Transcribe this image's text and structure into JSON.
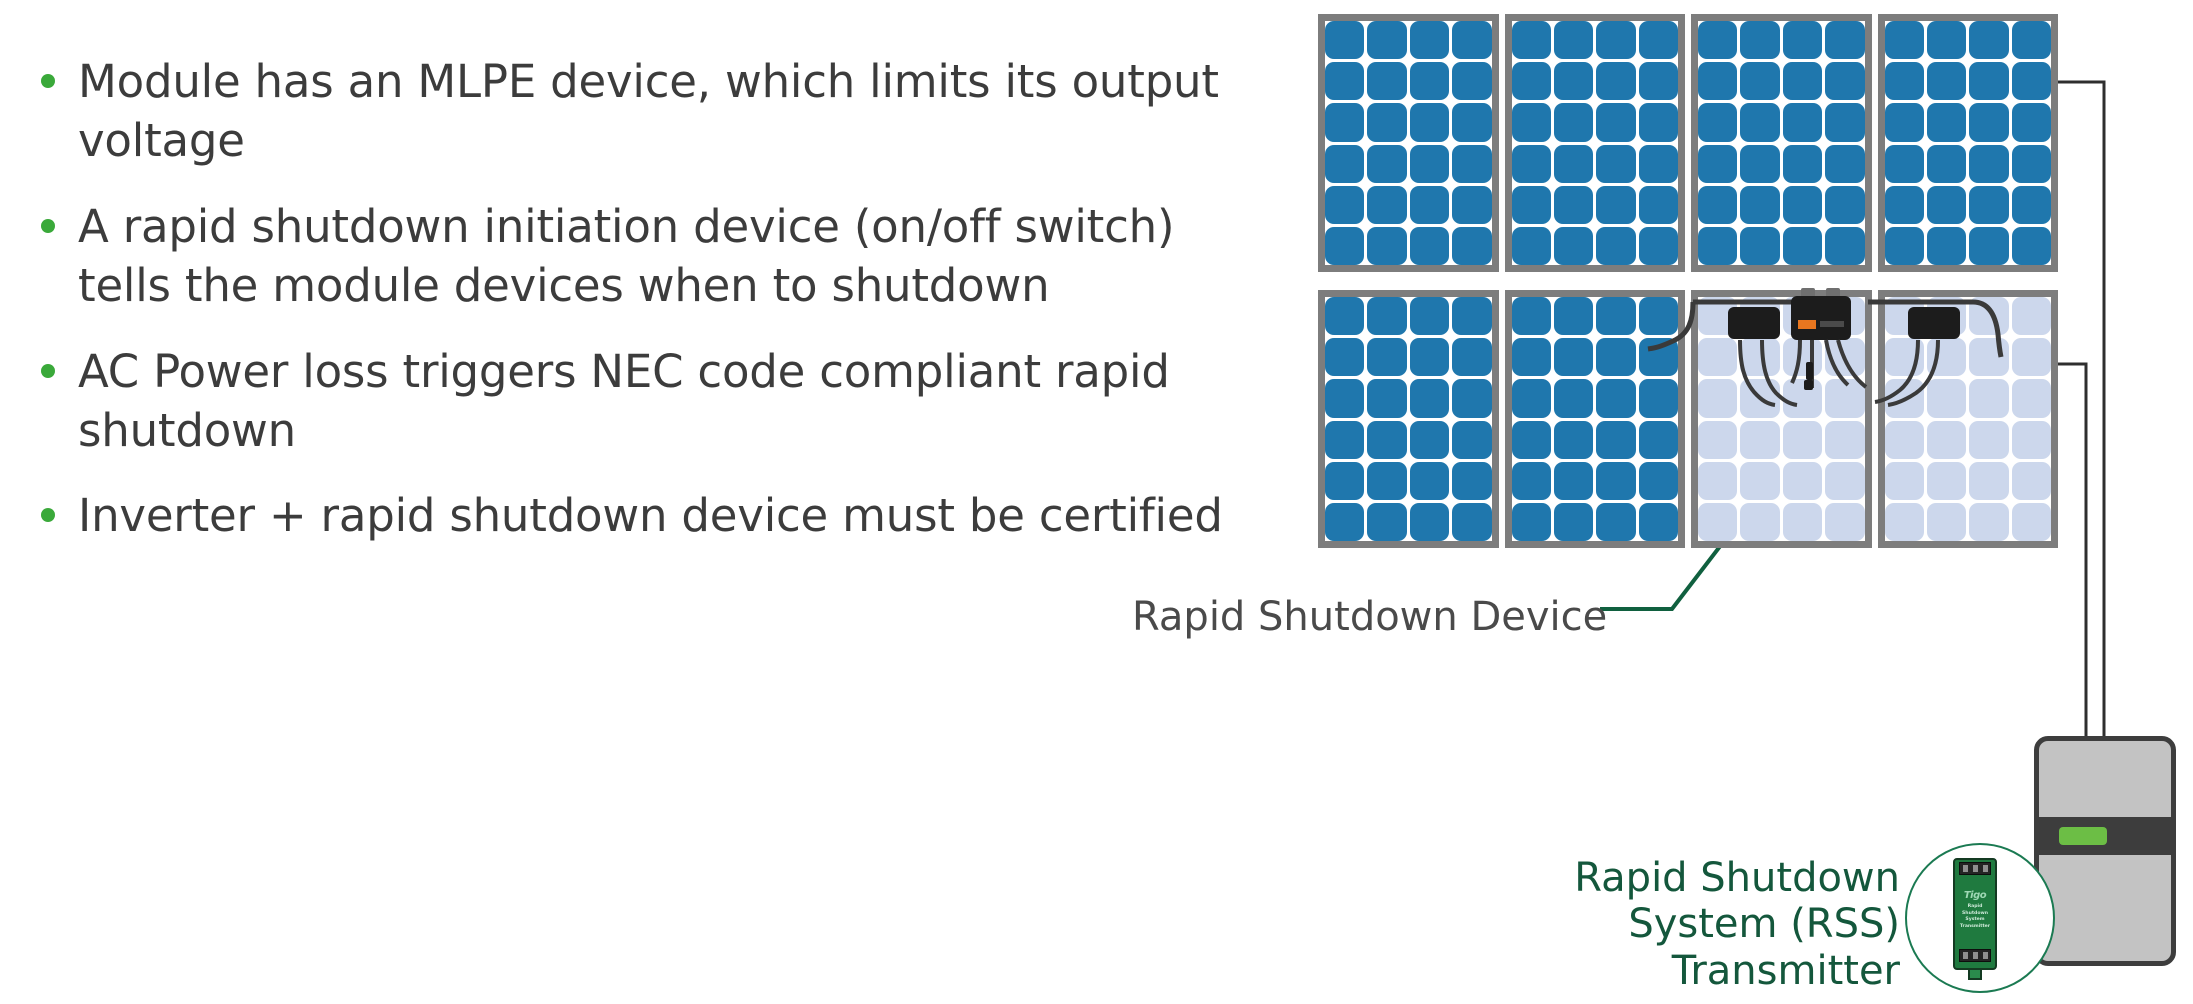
{
  "slide": {
    "bullets": [
      {
        "text": "Module has an MLPE device, which limits its output voltage"
      },
      {
        "text": "A rapid shutdown initiation device (on/off switch) tells the module devices when to shutdown"
      },
      {
        "text": "AC Power loss triggers NEC code compliant rapid shutdown"
      },
      {
        "text": "Inverter + rapid shutdown device must be certified"
      }
    ],
    "callouts": {
      "rapid_shutdown_device": "Rapid Shutdown Device",
      "rss_transmitter_line1": "Rapid Shutdown",
      "rss_transmitter_line2": "System (RSS)",
      "rss_transmitter_line3": "Transmitter"
    },
    "rss_device": {
      "brand": "Tigo",
      "caption_line1": "Rapid",
      "caption_line2": "Shutdown",
      "caption_line3": "System",
      "caption_line4": "Transmitter"
    },
    "panel_array": {
      "rows": 2,
      "columns": 4,
      "cells_per_panel_columns": 4,
      "cells_per_panel_rows": 6,
      "panels": [
        {
          "row": "top",
          "index": 1,
          "state": "active"
        },
        {
          "row": "top",
          "index": 2,
          "state": "active"
        },
        {
          "row": "top",
          "index": 3,
          "state": "active"
        },
        {
          "row": "top",
          "index": 4,
          "state": "active"
        },
        {
          "row": "bottom",
          "index": 1,
          "state": "active"
        },
        {
          "row": "bottom",
          "index": 2,
          "state": "active"
        },
        {
          "row": "bottom",
          "index": 3,
          "state": "shutdown"
        },
        {
          "row": "bottom",
          "index": 4,
          "state": "shutdown"
        }
      ]
    },
    "colors": {
      "bullet_dot": "#3aa93a",
      "bullet_text": "#3c3c3c",
      "cell_active": "#1f77ad",
      "cell_shutdown": "#ccd7ec",
      "panel_frame": "#7d7d7d",
      "callout_green": "#14573c",
      "leader_line": "#10603f",
      "inverter_body": "#c3c3c3",
      "inverter_band": "#3d3d3d",
      "inverter_led": "#6cbe45",
      "wire": "#3a3a3a",
      "rss_body": "#1f7a3f"
    }
  }
}
